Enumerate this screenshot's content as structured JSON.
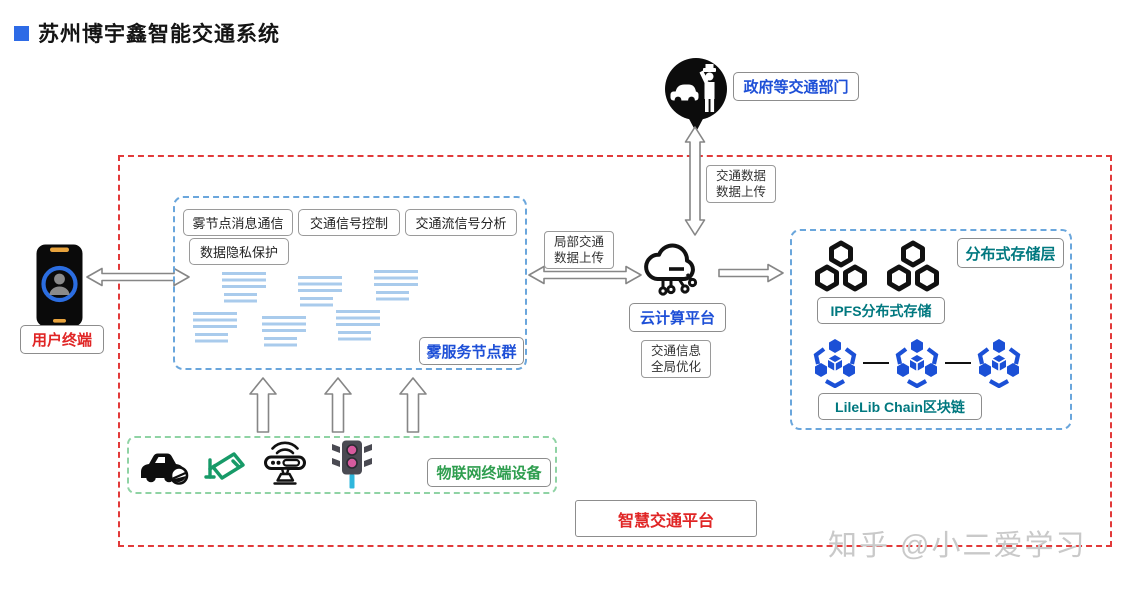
{
  "title": "苏州博宇鑫智能交通系统",
  "watermark": "知乎 @小二爱学习",
  "platform_label": "智慧交通平台",
  "government": {
    "label": "政府等交通部门",
    "upload_note_line1": "交通数据",
    "upload_note_line2": "数据上传"
  },
  "user_terminal": {
    "label": "用户终端"
  },
  "fog": {
    "title": "雾服务节点群",
    "functions": [
      "雾节点消息通信",
      "交通信号控制",
      "交通流信号分析",
      "数据隐私保护"
    ]
  },
  "cloud": {
    "label": "云计算平台",
    "local_upload_line1": "局部交通",
    "local_upload_line2": "数据上传",
    "global_opt_line1": "交通信息",
    "global_opt_line2": "全局优化"
  },
  "storage": {
    "title": "分布式存储层",
    "ipfs_label": "IPFS分布式存储",
    "chain_label": "LileLib Chain区块链"
  },
  "iot": {
    "label": "物联网终端设备",
    "devices": [
      "car",
      "cctv-camera",
      "road-sensor",
      "traffic-light"
    ]
  },
  "icons": {
    "government": "traffic-officer-pin-icon",
    "user_terminal": "smartphone-user-icon",
    "cloud": "iot-cloud-icon",
    "fog_node": "fog-server-icon",
    "ipfs": "hexagon-cluster-icon",
    "blockchain": "blockchain-node-icon"
  },
  "colors": {
    "accent_blue": "#1d4fd7",
    "teal": "#00787f",
    "red": "#e02525",
    "green": "#2f9e4f",
    "outer_border_red": "#e23a3a",
    "box_border_blue": "#6aa6dc",
    "box_border_green": "#8fd3a4",
    "fog_node_blue": "#a9cbec",
    "chain_blue": "#1b50d6",
    "title_bullet_blue": "#2e6be6",
    "phone_accent_orange": "#e8a33d",
    "camera_green": "#179a68",
    "traffic_light_pink": "#d65a9e",
    "traffic_light_pole_cyan": "#2fb7dc"
  }
}
